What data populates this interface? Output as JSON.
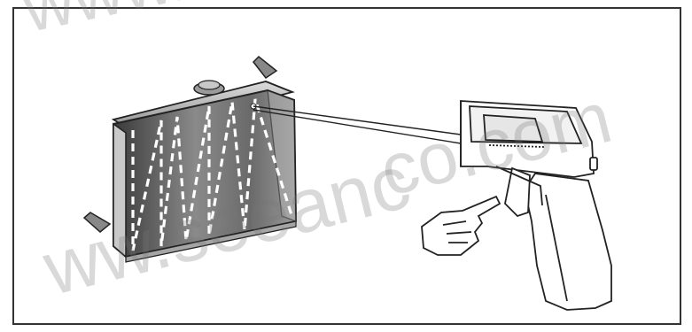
{
  "illustration": {
    "subject": "infrared thermometer measuring radiator",
    "radiator_icon": "radiator-icon",
    "thermometer_icon": "ir-thermometer-icon",
    "hand_icon": "pointing-hand-icon",
    "scan_pattern": "zigzag"
  },
  "watermark": {
    "top": "www.",
    "middle": "co.com",
    "bottom": "ww.seeanc"
  },
  "colors": {
    "border": "#333333",
    "radiator_fill": "#4a4a4a",
    "scan_line": "#ffffff",
    "outline": "#222222",
    "watermark": "#7a7a7a"
  }
}
